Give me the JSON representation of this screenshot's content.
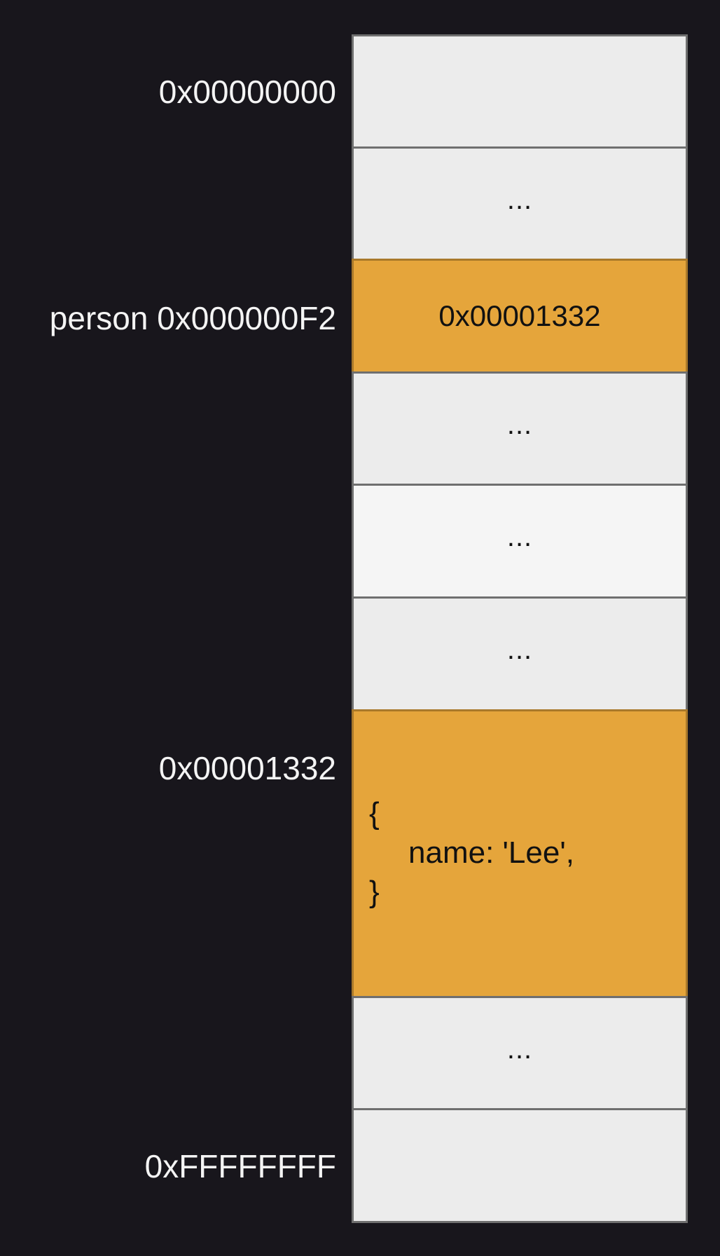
{
  "memory": {
    "labels": {
      "start": "0x00000000",
      "person": "person 0x000000F2",
      "object_addr": "0x00001332",
      "end": "0xFFFFFFFF"
    },
    "cells": {
      "c0": "",
      "c1": "...",
      "c2": "0x00001332",
      "c3": "...",
      "c4": "...",
      "c5": "...",
      "c7": "...",
      "c8": ""
    },
    "object": {
      "open": "{",
      "prop": "name: 'Lee',",
      "close": "}"
    },
    "colors": {
      "background": "#18161c",
      "cell": "#ececec",
      "highlight": "#e5a53b",
      "border": "#6f6f6f"
    }
  }
}
